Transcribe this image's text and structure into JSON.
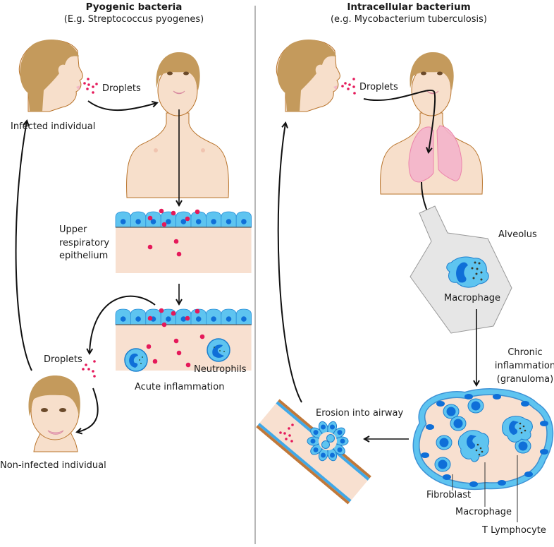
{
  "left_panel": {
    "title": "Pyogenic bacteria",
    "subtitle": "(E.g. Streptococcus pyogenes)",
    "labels": {
      "droplets_top": "Droplets",
      "infected_individual": "Infected individual",
      "upper_line1": "Upper",
      "upper_line2": "respiratory",
      "upper_line3": "epithelium",
      "droplets_bottom": "Droplets",
      "neutrophils": "Neutrophils",
      "acute_inflammation": "Acute inflammation",
      "non_infected_individual": "Non-infected individual"
    }
  },
  "right_panel": {
    "title": "Intracellular bacterium",
    "subtitle": "(e.g. Mycobacterium tuberculosis)",
    "labels": {
      "droplets": "Droplets",
      "alveolus": "Alveolus",
      "macrophage_alveolus": "Macrophage",
      "chronic_line1": "Chronic",
      "chronic_line2": "inflammation",
      "chronic_line3": "(granuloma)",
      "erosion": "Erosion into airway",
      "fibroblast": "Fibroblast",
      "macrophage_granuloma": "Macrophage",
      "t_lymphocyte": "T Lymphocyte"
    }
  },
  "colors": {
    "skin": "#f7dfcb",
    "skin_outline": "#b8732a",
    "hair": "#c49a5c",
    "bacteria": "#e5195a",
    "cell_blue": "#5ec4f0",
    "nucleus_blue": "#0f6fd8",
    "tissue": "#f8e0d0",
    "alveolus_gray": "#e6e6e6",
    "lung_pink": "#f4b4cc",
    "divider": "#b8b8b8"
  }
}
